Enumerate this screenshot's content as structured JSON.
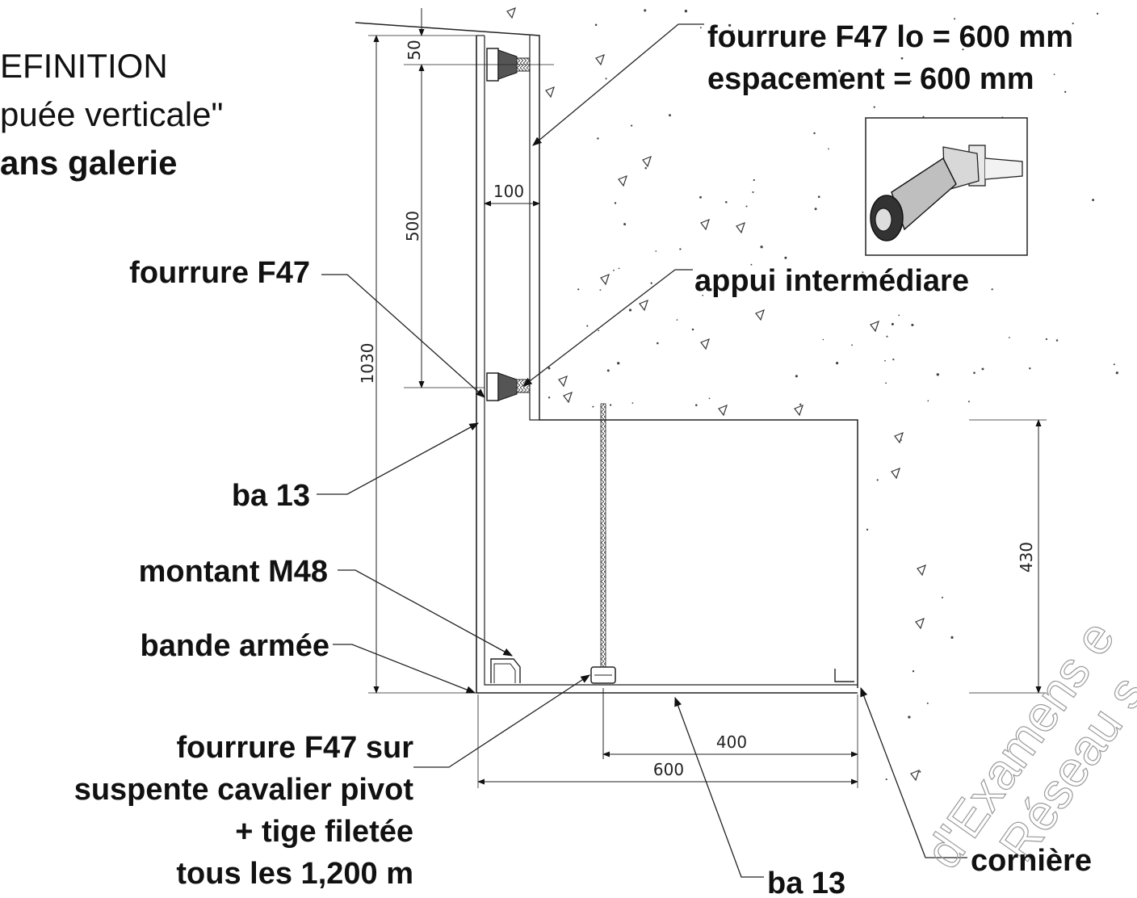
{
  "title": {
    "line1": "EFINITION",
    "line2": "puée verticale\"",
    "line3": "ans galerie"
  },
  "labels": {
    "fourrure_top_1": "fourrure F47 lo = 600 mm",
    "fourrure_top_2": "espacement = 600 mm",
    "appui": "appui intermédiare",
    "fourrure_left": "fourrure F47",
    "ba13_left": "ba 13",
    "montant": "montant M48",
    "bande": "bande armée",
    "suspente_1": "fourrure F47 sur",
    "suspente_2": "suspente cavalier pivot",
    "suspente_3": "+ tige filetée",
    "suspente_4": "tous les 1,200 m",
    "ba13_bottom": "ba 13",
    "corniere": "cornière"
  },
  "dimensions": {
    "d50": "50",
    "d100": "100",
    "d500": "500",
    "d1030": "1030",
    "d430": "430",
    "d400": "400",
    "d600": "600"
  },
  "watermark": {
    "line1": "d'Examens e",
    "line2": "Réseau s"
  }
}
